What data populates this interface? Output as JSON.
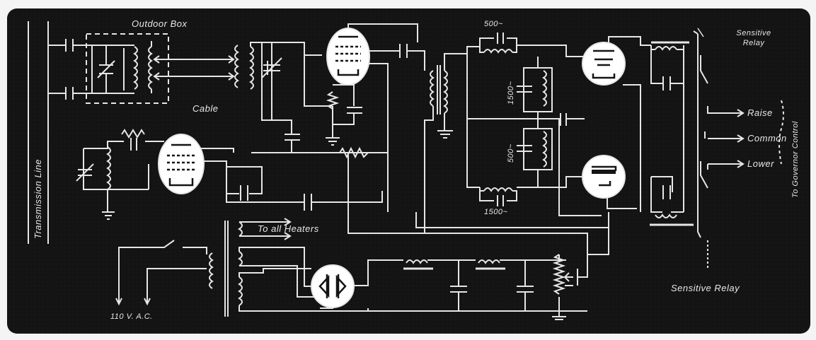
{
  "labels": {
    "transmission_line": "Transmission Line",
    "outdoor_box": "Outdoor Box",
    "cable": "Cable",
    "to_all_heaters": "To all Heaters",
    "ac_supply": "110 V. A.C.",
    "c500_top": "500~",
    "c1500_upper": "1500~",
    "c500_lower": "500~",
    "c1500_bottom": "1500~",
    "sensitive_relay_top": "Sensitive Relay",
    "sensitive_relay_bottom": "Sensitive Relay",
    "raise": "Raise",
    "common": "Common",
    "lower": "Lower",
    "to_governor_control": "To Governor Control"
  },
  "colors": {
    "background": "#141414",
    "lines": "#e6e6e6",
    "tube_fill": "#ffffff",
    "frame": "#f4f4f4"
  }
}
